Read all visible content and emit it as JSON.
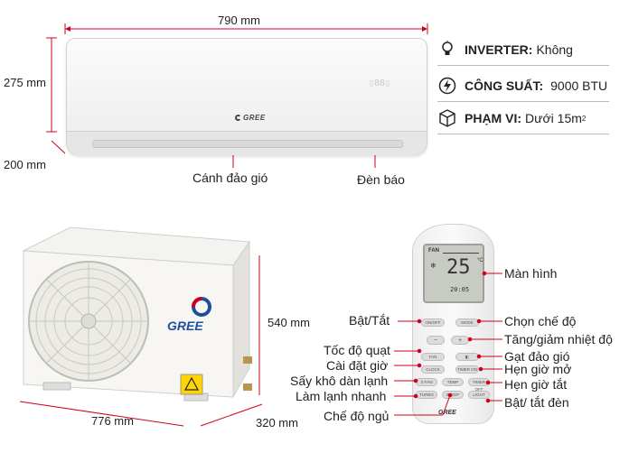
{
  "specs": {
    "inverter_label": "INVERTER:",
    "inverter_value": "Không",
    "power_label": "CÔNG SUẤT:",
    "power_value": "9000 BTU",
    "range_label": "PHẠM VI:",
    "range_value": "Dưới 15m",
    "range_sup": "2"
  },
  "indoor": {
    "width": "790  mm",
    "height": "275 mm",
    "depth": "200 mm",
    "brand": "GREE",
    "louver_label": "Cánh đảo gió",
    "indicator_label": "Đèn báo"
  },
  "outdoor": {
    "brand": "GREE",
    "height": "540 mm",
    "width": "776 mm",
    "depth": "320 mm"
  },
  "remote": {
    "brand": "GREE",
    "screen_label": "Màn hình",
    "display_temp": "25",
    "display_fan": "FAN",
    "display_time": "20:05",
    "buttons": {
      "onoff": "ON/OFF",
      "mode": "MODE",
      "minus": "−",
      "plus": "+",
      "fan": "FAN",
      "swing": "◧",
      "clock": "CLOCK",
      "timer_on": "TIMER ON",
      "xfan": "X-FAN",
      "temp": "TEMP",
      "timer_off": "TIMER OFF",
      "turbo": "TURBO",
      "sleep": "SLEEP",
      "light": "LIGHT"
    },
    "labels_left": {
      "power": "Bật/Tắt",
      "fan_speed": "Tốc độ quạt",
      "clock": "Cài đặt giờ",
      "dry": "Sấy khô dàn lạnh",
      "turbo": "Làm lạnh nhanh",
      "sleep": "Chế độ ngủ"
    },
    "labels_right": {
      "mode": "Chọn chế độ",
      "temp": "Tăng/giảm nhiệt độ",
      "swing": "Gạt đảo gió",
      "timer_on": "Hẹn giờ mở",
      "timer_off": "Hẹn giờ tắt",
      "light": "Bật/ tắt đèn"
    }
  },
  "colors": {
    "accent_red": "#d0021b",
    "brand_blue": "#1f4e9c"
  }
}
